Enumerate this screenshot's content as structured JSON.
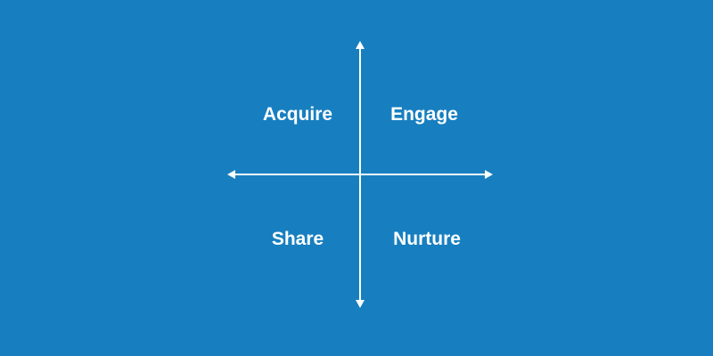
{
  "background_color": "#177fc0",
  "quadrants": {
    "top_left": "Acquire",
    "top_right": "Engage",
    "bottom_left": "Share",
    "bottom_right": "Nurture"
  }
}
